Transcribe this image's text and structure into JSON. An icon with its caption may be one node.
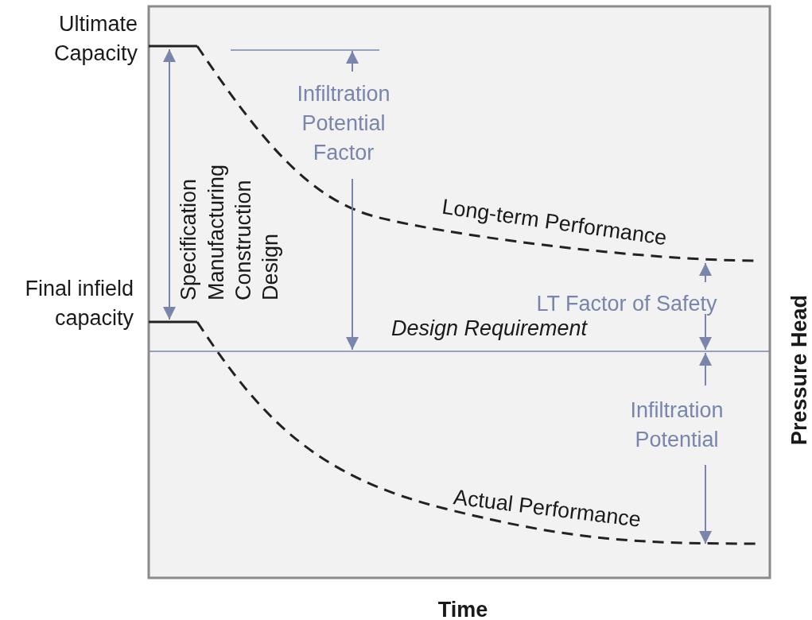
{
  "diagram": {
    "labels": [
      "Ultimate Capacity",
      "Infiltration Potential Factor",
      "Long-term Performance",
      "Specification",
      "Manufacturing",
      "Construction",
      "Design",
      "Final infield capacity",
      "LT Factor of Safety",
      "Design Requirement",
      "Infiltration Potential",
      "Actual Performance",
      "Pressure Head",
      "Time"
    ]
  }
}
